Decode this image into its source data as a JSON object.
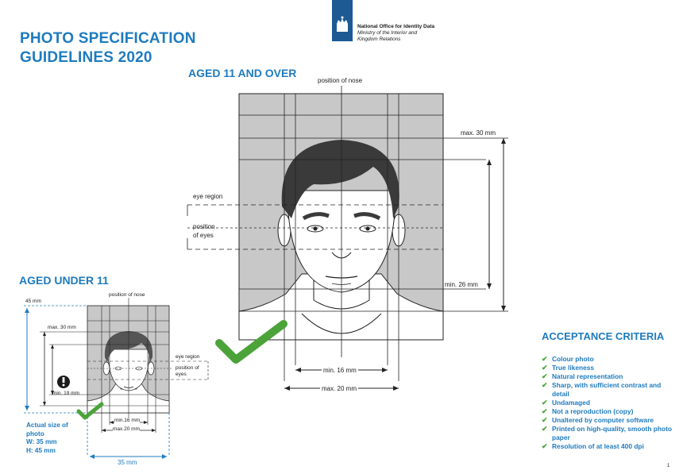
{
  "logo": {
    "line1": "National Office for Identity Data",
    "line2": "Ministry of the Interior and",
    "line3": "Kingdom Relations"
  },
  "title": {
    "line1": "PHOTO SPECIFICATION",
    "line2": "GUIDELINES 2020"
  },
  "large": {
    "heading": "AGED 11 AND OVER",
    "nose_label": "position of nose",
    "max30": "max. 30 mm",
    "min26": "min. 26 mm",
    "eye_region": "eye region",
    "eyes_pos1": "position",
    "eyes_pos2": "of eyes",
    "min16": "min. 16 mm",
    "max20": "max. 20 mm"
  },
  "small": {
    "heading": "AGED UNDER 11",
    "h45": "45 mm",
    "nose_label": "position of nose",
    "max30": "max. 30 mm",
    "min19": "min. 19 mm",
    "eye_region": "eye region",
    "eyes_pos1": "position of",
    "eyes_pos2": "eyes",
    "min16": "min.16 mm",
    "max20": "max.20 mm",
    "w35": "35 mm"
  },
  "actual": {
    "l1": "Actual size of",
    "l2": "photo",
    "l3": "W: 35 mm",
    "l4": "H: 45 mm"
  },
  "criteria": {
    "title": "ACCEPTANCE CRITERIA",
    "items": [
      "Colour photo",
      "True likeness",
      "Natural representation",
      "Sharp, with sufficient contrast and detail",
      "Undamaged",
      "Not a reproduction (copy)",
      "Unaltered by computer software",
      "Printed on high-quality, smooth photo paper",
      "Resolution of at least 400 dpi"
    ]
  },
  "page_number": "1",
  "colors": {
    "accent": "#1e7bbf",
    "check": "#4ba33a",
    "photo_bg": "#c8c8c8",
    "hair": "#3a3a3a"
  }
}
